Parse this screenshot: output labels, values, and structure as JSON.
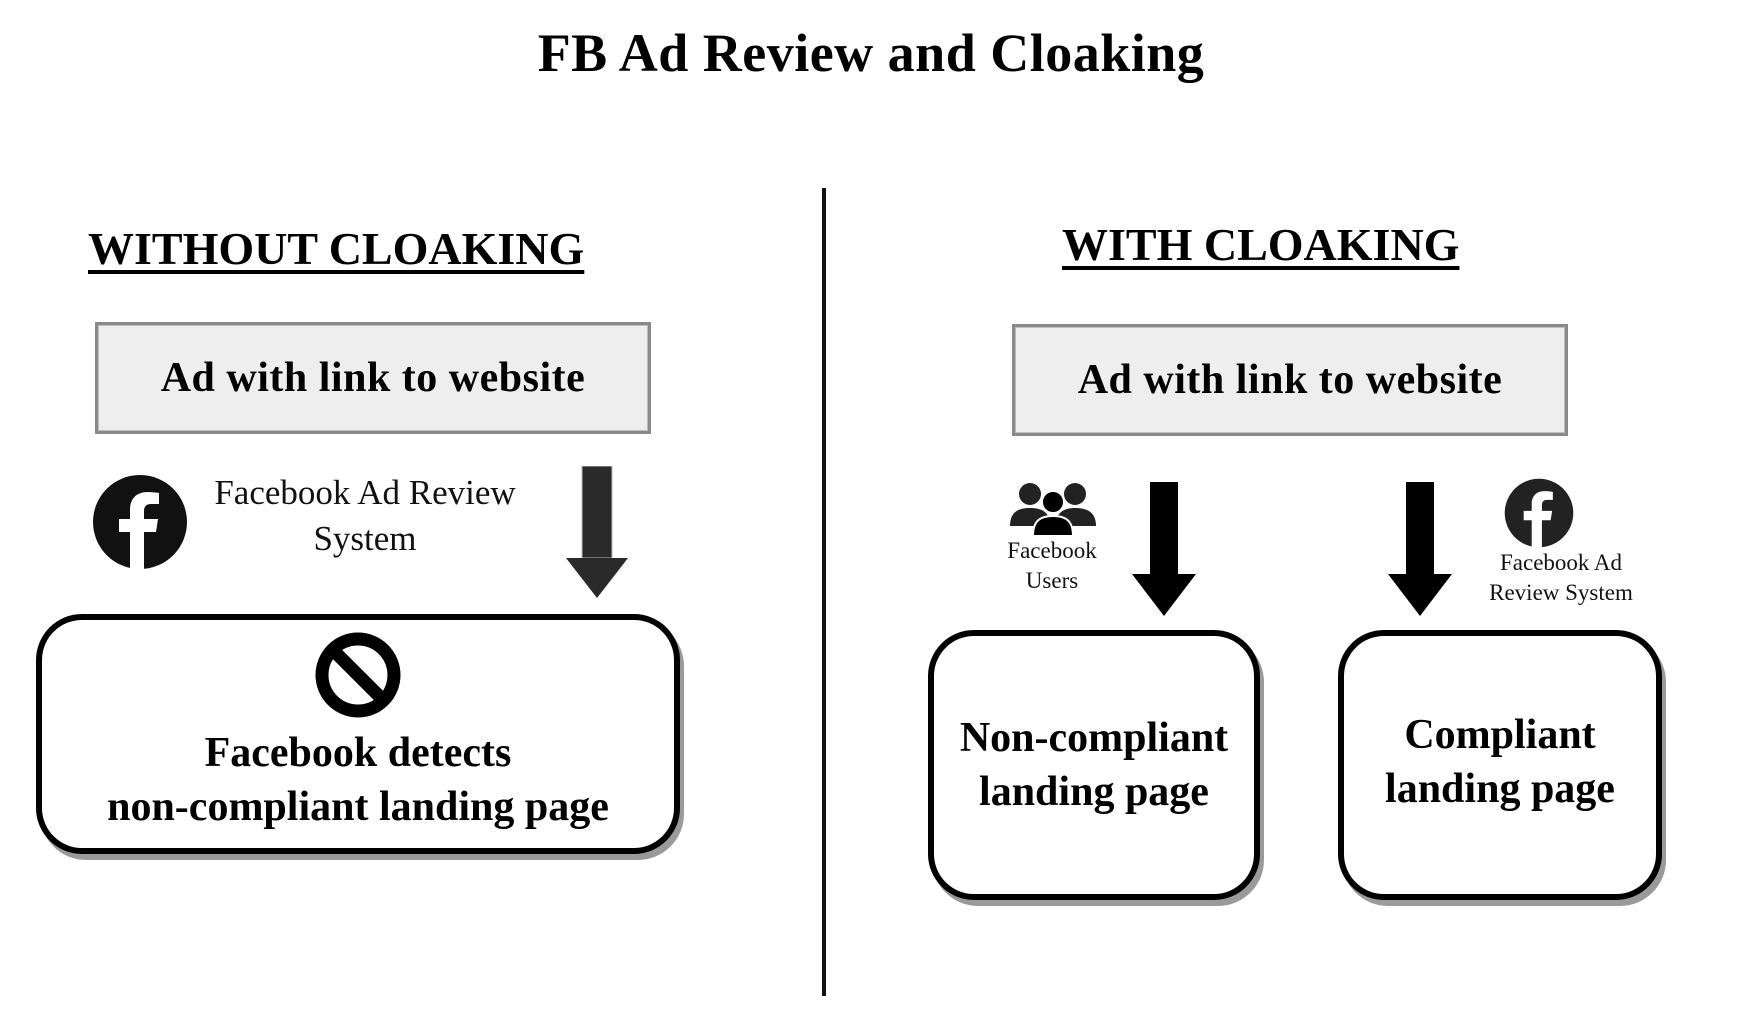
{
  "title": "FB Ad Review and Cloaking",
  "without_cloaking": {
    "heading": "WITHOUT CLOAKING",
    "ad_box_label": "Ad with link to website",
    "reviewer": {
      "icon": "facebook-logo-icon",
      "label_line1": "Facebook Ad Review",
      "label_line2": "System"
    },
    "arrow_icon": "arrow-down-icon",
    "result_box": {
      "icon": "prohibited-icon",
      "line1": "Facebook detects",
      "line2": "non-compliant landing page"
    }
  },
  "with_cloaking": {
    "heading": "WITH CLOAKING",
    "ad_box_label": "Ad with link to website",
    "users_branch": {
      "icon": "users-group-icon",
      "label_line1": "Facebook",
      "label_line2": "Users",
      "arrow_icon": "arrow-down-icon",
      "box_line1": "Non-compliant",
      "box_line2": "landing page"
    },
    "reviewer_branch": {
      "icon": "facebook-logo-icon",
      "label_line1": "Facebook Ad",
      "label_line2": "Review System",
      "arrow_icon": "arrow-down-icon",
      "box_line1": "Compliant",
      "box_line2": "landing page"
    }
  },
  "colors": {
    "ink": "#000000",
    "box_fill": "#eeeeee",
    "box_border": "#8a8a8a",
    "shadow": "#9a9a9a"
  }
}
